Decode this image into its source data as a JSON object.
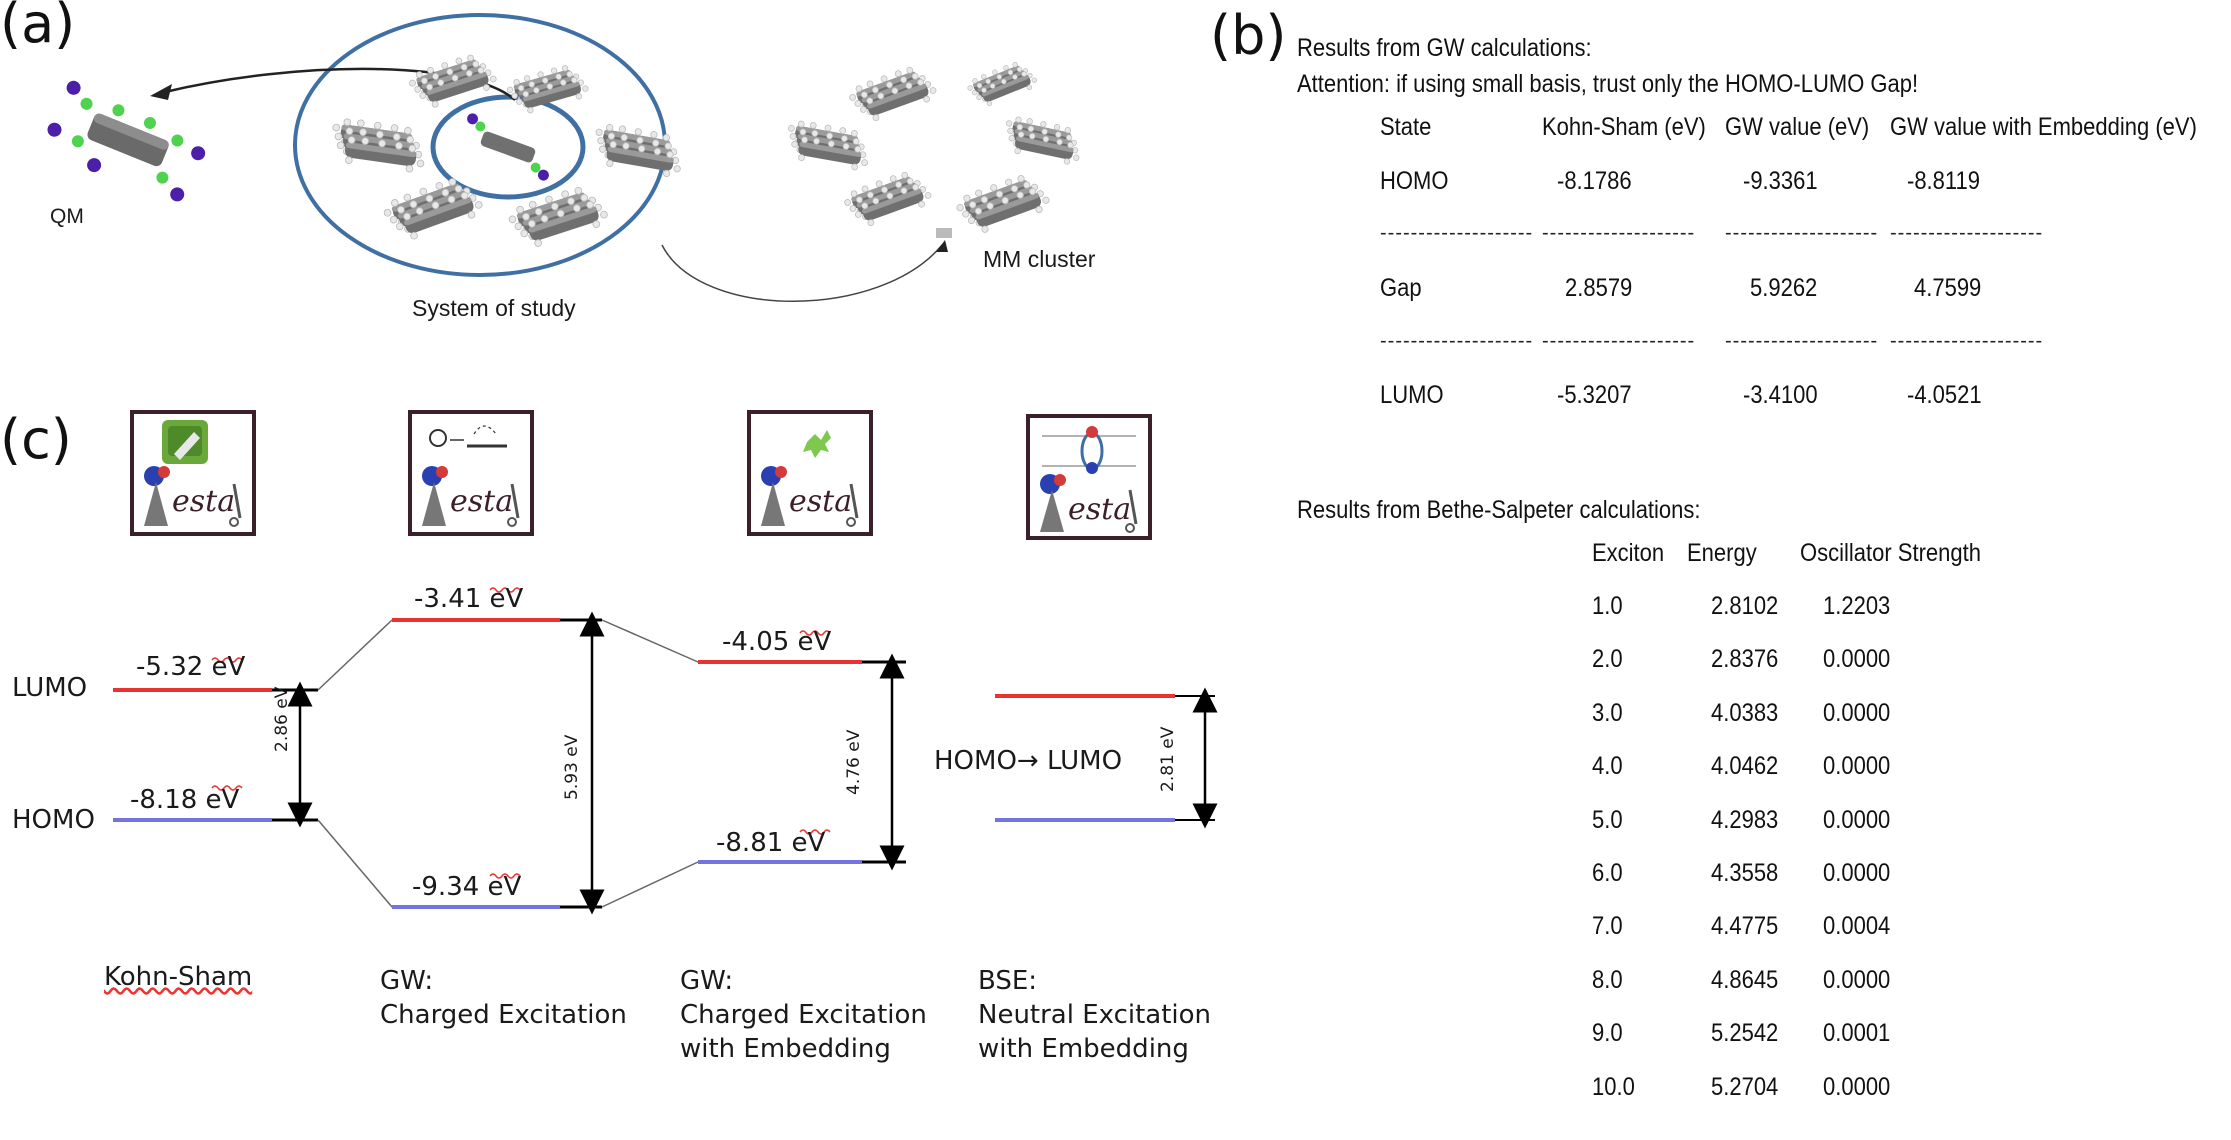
{
  "panels": {
    "a": {
      "letter": "(a)",
      "qm_label": "QM",
      "system_label": "System of study",
      "mm_label": "MM cluster"
    },
    "b": {
      "letter": "(b)",
      "gw_title": "Results from GW calculations:",
      "gw_attention": "Attention: if using small basis, trust only the HOMO-LUMO Gap!",
      "gw_headers": [
        "State",
        "Kohn-Sham (eV)",
        "GW value (eV)",
        "GW value with Embedding (eV)"
      ],
      "gw_rows": [
        [
          "HOMO",
          "-8.1786",
          "-9.3361",
          "-8.8119"
        ],
        [
          "Gap",
          "2.8579",
          "5.9262",
          "4.7599"
        ],
        [
          "LUMO",
          "-5.3207",
          "-3.4100",
          "-4.0521"
        ]
      ],
      "separator": "--------------------",
      "bse_title": "Results from Bethe-Salpeter calculations:",
      "bse_headers": [
        "Exciton",
        "Energy",
        "Oscillator Strength"
      ],
      "bse_rows": [
        [
          "1.0",
          "2.8102",
          "1.2203"
        ],
        [
          "2.0",
          "2.8376",
          "0.0000"
        ],
        [
          "3.0",
          "4.0383",
          "0.0000"
        ],
        [
          "4.0",
          "4.0462",
          "0.0000"
        ],
        [
          "5.0",
          "4.2983",
          "0.0000"
        ],
        [
          "6.0",
          "4.3558",
          "0.0000"
        ],
        [
          "7.0",
          "4.4775",
          "0.0004"
        ],
        [
          "8.0",
          "4.8645",
          "0.0000"
        ],
        [
          "9.0",
          "5.2542",
          "0.0001"
        ],
        [
          "10.0",
          "5.2704",
          "0.0000"
        ]
      ]
    },
    "c": {
      "letter": "(c)",
      "lumo_label": "LUMO",
      "homo_label": "HOMO",
      "ks_lumo": "-5.32 eV",
      "ks_homo": "-8.18 eV",
      "ks_gap": "2.86 eV",
      "gw_lumo": "-3.41 eV",
      "gw_homo": "-9.34 eV",
      "gw_gap": "5.93 eV",
      "gwe_lumo": "-4.05 eV",
      "gwe_homo": "-8.81 eV",
      "gwe_gap": "4.76 eV",
      "bse_transition": "HOMO→ LUMO",
      "bse_gap": "2.81 eV",
      "caption_ks": "Kohn-Sham",
      "caption_gw_1": "GW:",
      "caption_gw_2": "Charged Excitation",
      "caption_gwe_1": "GW:",
      "caption_gwe_2": "Charged Excitation",
      "caption_gwe_3": "with Embedding",
      "caption_bse_1": "BSE:",
      "caption_bse_2": "Neutral Excitation",
      "caption_bse_3": "with Embedding",
      "logo_word": "esta"
    }
  },
  "colors": {
    "lumo_line": "#e8332f",
    "homo_line": "#7474e0",
    "circle": "#3f6fa3",
    "logo_border": "#3b1f2b"
  }
}
